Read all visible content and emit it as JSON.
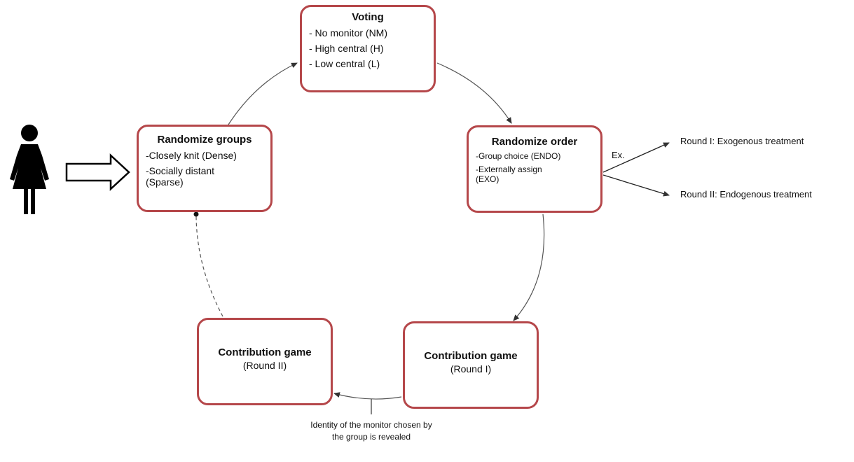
{
  "voting": {
    "title": "Voting",
    "items": [
      "- No monitor (NM)",
      "- High central (H)",
      "- Low central (L)"
    ]
  },
  "randomize_groups": {
    "title": "Randomize groups",
    "items": [
      "-Closely knit (Dense)",
      "-Socially distant (Sparse)"
    ]
  },
  "randomize_order": {
    "title": "Randomize order",
    "items": [
      "-Group choice (ENDO)",
      "-Externally assign (EXO)"
    ]
  },
  "contribution_round1": {
    "title": "Contribution game",
    "subtitle": "(Round I)"
  },
  "contribution_round2": {
    "title": "Contribution game",
    "subtitle": "(Round II)"
  },
  "example": {
    "label": "Ex.",
    "round1": "Round I: Exogenous treatment",
    "round2": "Round II: Endogenous treatment"
  },
  "reveal_note": "Identity of the monitor chosen by the group is revealed",
  "colors": {
    "box_border": "#b5474a",
    "arrow": "#555555"
  },
  "icons": {
    "person": "person-icon",
    "entry_arrow": "hollow-arrow-icon"
  }
}
